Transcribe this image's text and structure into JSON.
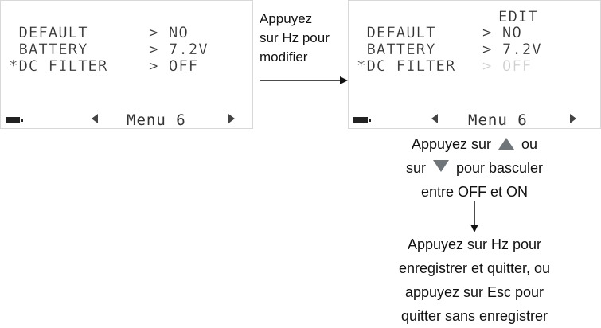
{
  "left_screen": {
    "rows": [
      {
        "label": " DEFAULT",
        "value": "> NO"
      },
      {
        "label": " BATTERY",
        "value": "> 7.2V"
      },
      {
        "label": "*DC FILTER",
        "value": "> OFF"
      }
    ],
    "menu_label": "Menu 6"
  },
  "right_screen": {
    "edit_label": "EDIT",
    "rows": [
      {
        "label": " DEFAULT",
        "value": "> NO"
      },
      {
        "label": " BATTERY",
        "value": "> 7.2V"
      },
      {
        "label": "*DC FILTER",
        "value": "> OFF"
      }
    ],
    "menu_label": "Menu 6"
  },
  "instructions": {
    "middle": [
      "Appuyez",
      "sur Hz pour",
      "modifier"
    ],
    "toggle_line1_pre": "Appuyez sur",
    "toggle_line1_post": "ou",
    "toggle_line2_pre": "sur",
    "toggle_line2_post": "pour basculer",
    "toggle_line3": "entre OFF et ON",
    "save": [
      "Appuyez sur Hz pour",
      "enregistrer et quitter, ou",
      "appuyez sur Esc pour",
      "quitter sans enregistrer"
    ]
  },
  "colors": {
    "lcd_text": "#333333",
    "dimmed_value": "#cfcfcf",
    "arrow_key": "#6f7578"
  }
}
